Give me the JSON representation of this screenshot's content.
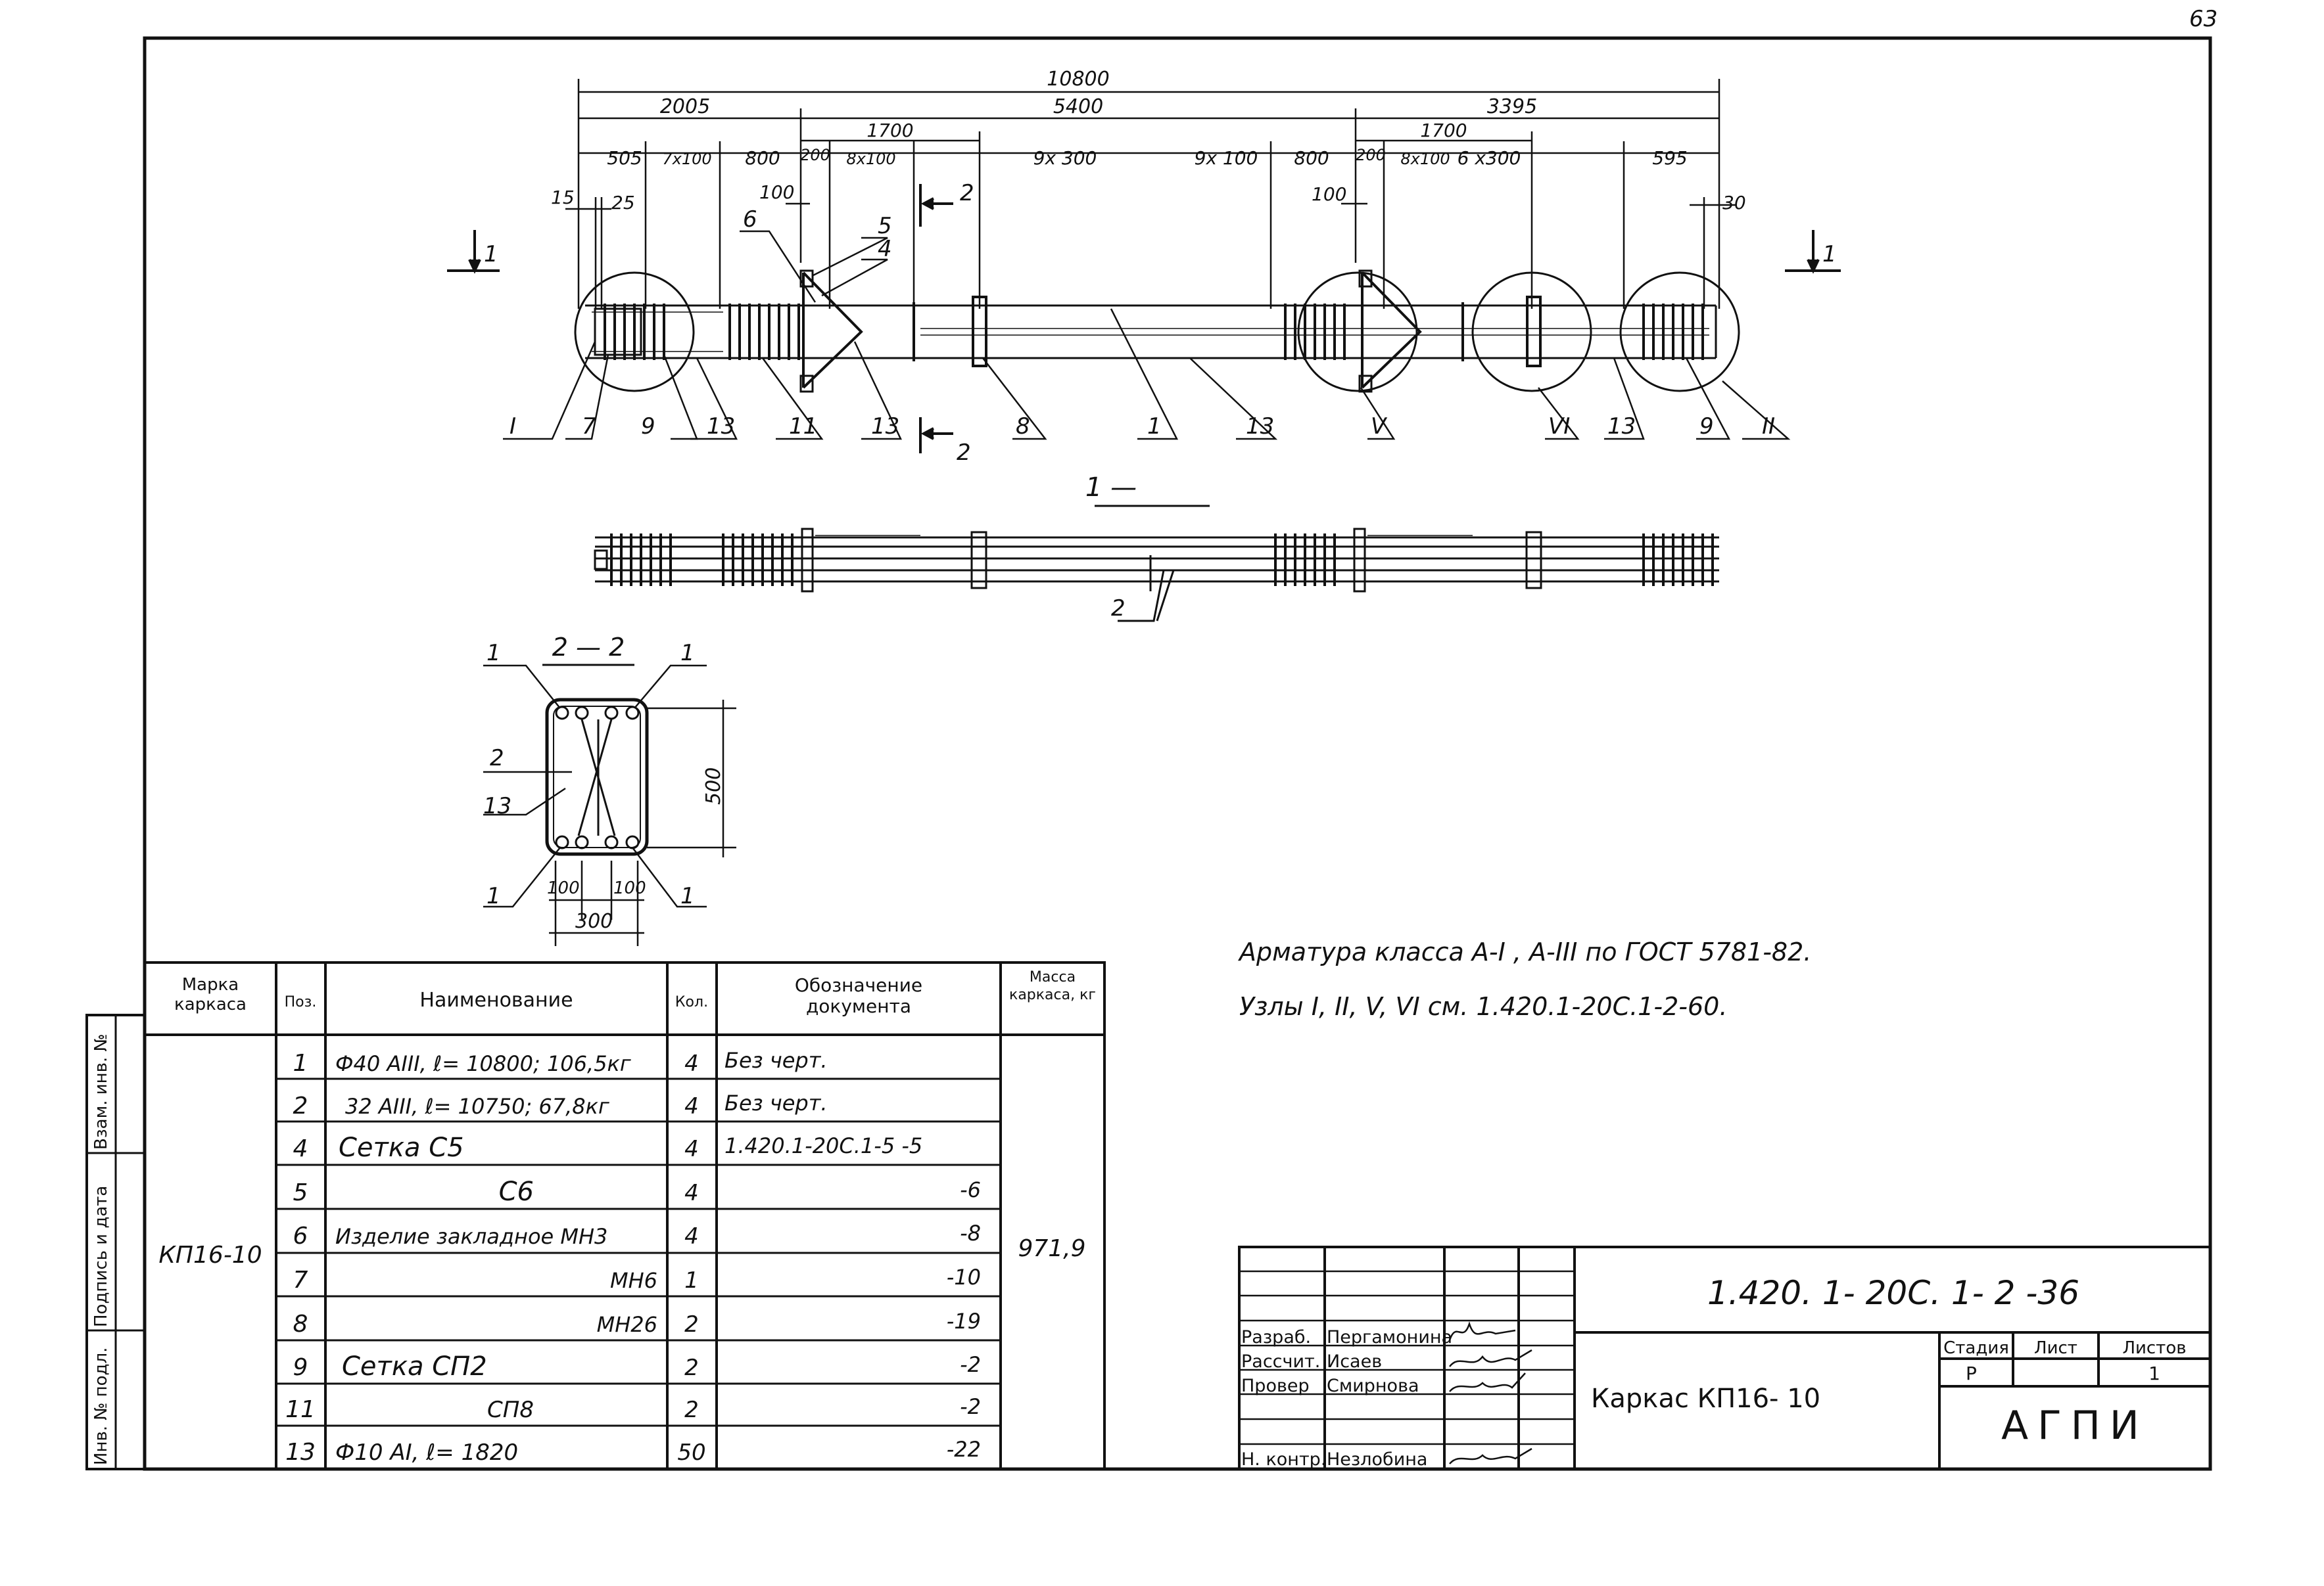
{
  "page_number": "63",
  "plan": {
    "dims_top": {
      "total": "10800",
      "left_span": "2005",
      "mid_span": "5400",
      "right_span": "3395",
      "span_1700_left": "1700",
      "span_1700_right": "1700"
    },
    "dims_row": [
      "505",
      "7x100",
      "800",
      "200",
      "8x100",
      "9x 300",
      "9x 100",
      "800",
      "200",
      "8x100",
      "6 x300",
      "595"
    ],
    "dims_small": [
      "15",
      "25",
      "100",
      "100",
      "30"
    ],
    "section_arrows": [
      "1",
      "1",
      "2",
      "2"
    ],
    "callouts_bottom": [
      "I",
      "7",
      "9",
      "13",
      "11",
      "13",
      "8",
      "1",
      "13",
      "V",
      "VI",
      "13",
      "9",
      "II"
    ],
    "callouts_top": [
      "6",
      "5",
      "4"
    ]
  },
  "section_1": {
    "title": "1 —",
    "callout": "2"
  },
  "section_2": {
    "title": "2 — 2",
    "callouts": [
      "1",
      "1",
      "2",
      "13",
      "1",
      "1"
    ],
    "dims": {
      "height": "500",
      "spacing_left": "100",
      "spacing_right": "100",
      "width": "300"
    }
  },
  "notes": {
    "line1": "Арматура  класса  А-I ,  А-III   по   ГОСТ 5781-82.",
    "line2": "Узлы I, II, V, VI  см. 1.420.1-20С.1-2-60."
  },
  "spec_table": {
    "headers": [
      "Марка каркаса",
      "Поз.",
      "Наименование",
      "Кол.",
      "Обозначение документа",
      "Масса каркаса, кг"
    ],
    "mark": "КП16-10",
    "mass": "971,9",
    "rows": [
      {
        "pos": "1",
        "name": "Ф40 АIII,  ℓ= 10800; 106,5кг",
        "qty": "4",
        "doc": "Без   черт."
      },
      {
        "pos": "2",
        "name": "32 АIII,  ℓ= 10750; 67,8кг",
        "qty": "4",
        "doc": "Без   черт."
      },
      {
        "pos": "4",
        "name": "Сетка     С5",
        "qty": "4",
        "doc": "1.420.1-20С.1-5 -5"
      },
      {
        "pos": "5",
        "name": "С6",
        "qty": "4",
        "doc": "-6"
      },
      {
        "pos": "6",
        "name": "Изделие закладное МН3",
        "qty": "4",
        "doc": "-8"
      },
      {
        "pos": "7",
        "name": "МН6",
        "qty": "1",
        "doc": "-10"
      },
      {
        "pos": "8",
        "name": "МН26",
        "qty": "2",
        "doc": "-19"
      },
      {
        "pos": "9",
        "name": "Сетка     СП2",
        "qty": "2",
        "doc": "-2"
      },
      {
        "pos": "11",
        "name": "СП8",
        "qty": "2",
        "doc": "-2"
      },
      {
        "pos": "13",
        "name": "Ф10 АI,     ℓ= 1820",
        "qty": "50",
        "doc": "-22"
      }
    ]
  },
  "side_stamp": [
    "Взам. инв. №",
    "Подпись и дата",
    "Инв. № подл."
  ],
  "title_block": {
    "doc_code": "1.420. 1- 20С. 1- 2 -36",
    "title": "Каркас КП16- 10",
    "stage_header": "Стадия",
    "sheet_header": "Лист",
    "sheets_header": "Листов",
    "stage": "Р",
    "sheet": "",
    "sheets": "1",
    "org": "АГПИ",
    "roles": [
      "Разраб.",
      "Рассчит.",
      "Провер",
      "Н. контр."
    ],
    "names": [
      "Пергамонина",
      "Исаев",
      "Смирнова",
      "Незлобина"
    ]
  }
}
